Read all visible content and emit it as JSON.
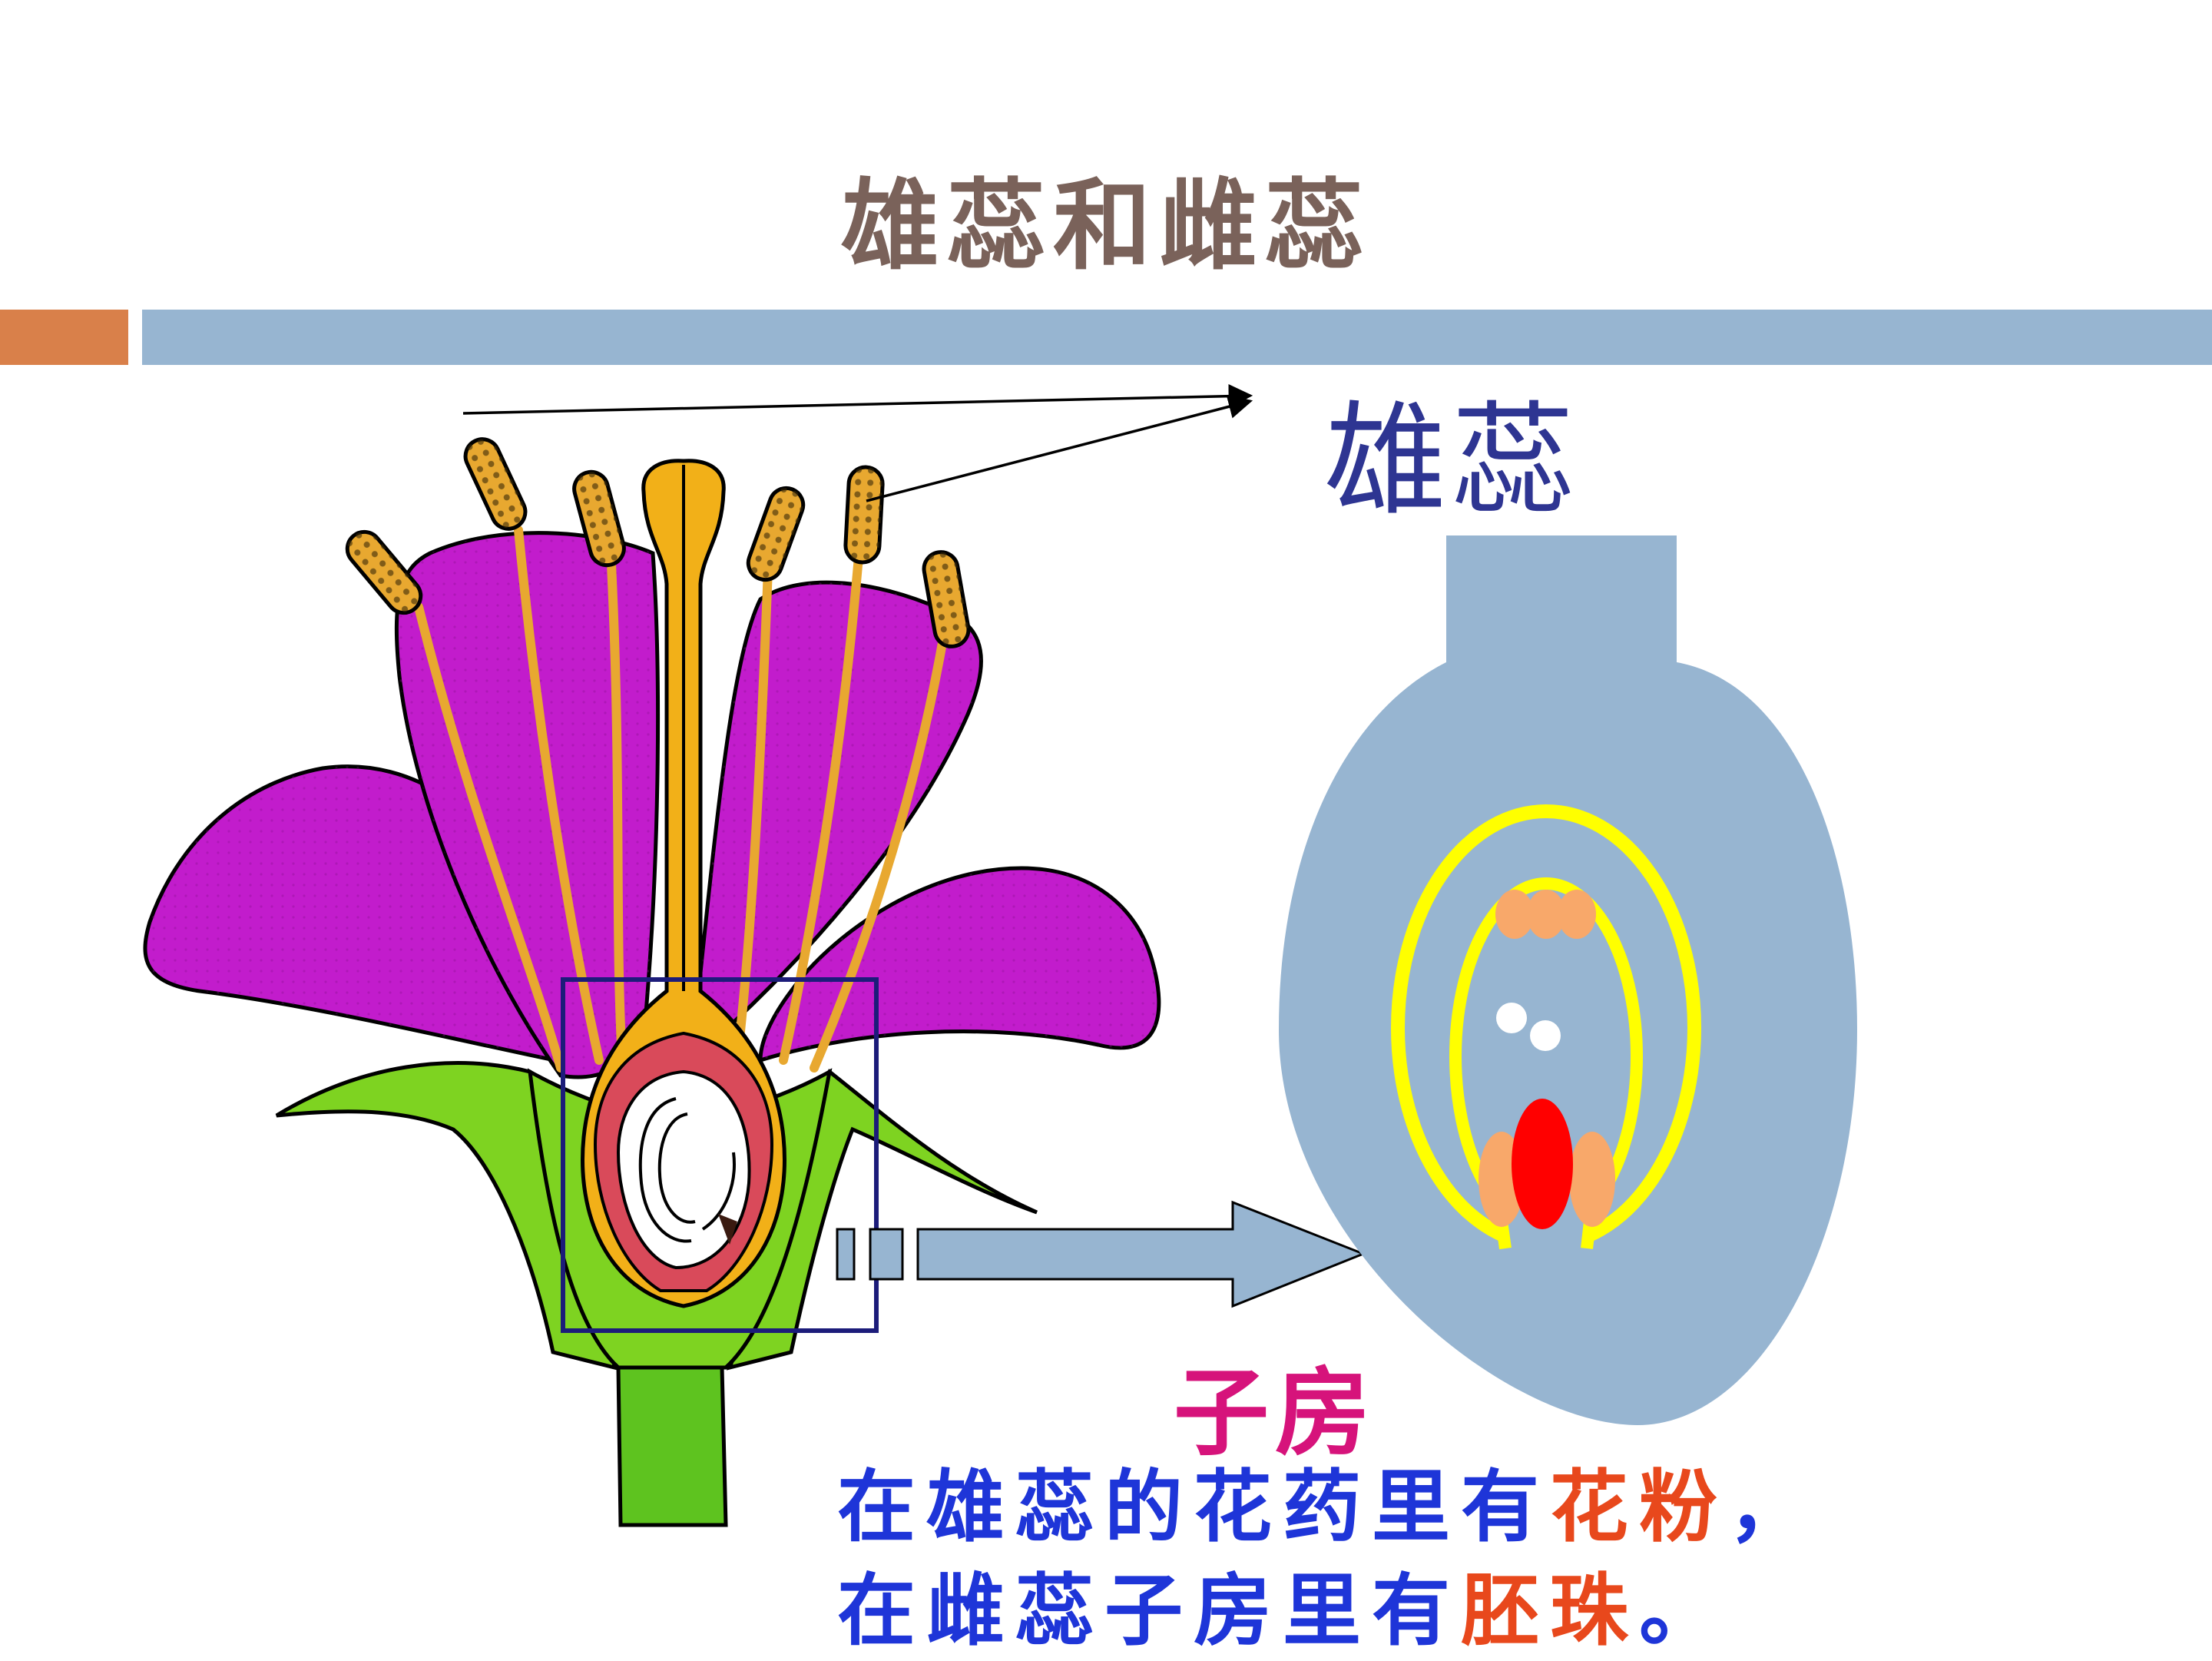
{
  "title": "雄蕊和雌蕊",
  "labels": {
    "stamen": "雄蕊",
    "ovary": "子房"
  },
  "captions": [
    {
      "before": "在雄蕊的花药里有",
      "highlight": "花粉",
      "after": "，"
    },
    {
      "before": "在雌蕊子房里有",
      "highlight": "胚珠",
      "after": "。"
    }
  ],
  "colors": {
    "title": "#7a625a",
    "accent_bar": "#d9804a",
    "header_bar": "#97b5d1",
    "stamen_label": "#2e3592",
    "ovary_label": "#d6137b",
    "caption": "#1e35d8",
    "caption_highlight": "#e8481c",
    "petal": "#c21ccc",
    "stamen": "#e8a830",
    "pistil": "#f2b018",
    "sepal": "#7ed321",
    "ovary_zoom": "#97b5d1",
    "embryo_sac": "#ffff00",
    "egg_cell": "#ff0000"
  }
}
